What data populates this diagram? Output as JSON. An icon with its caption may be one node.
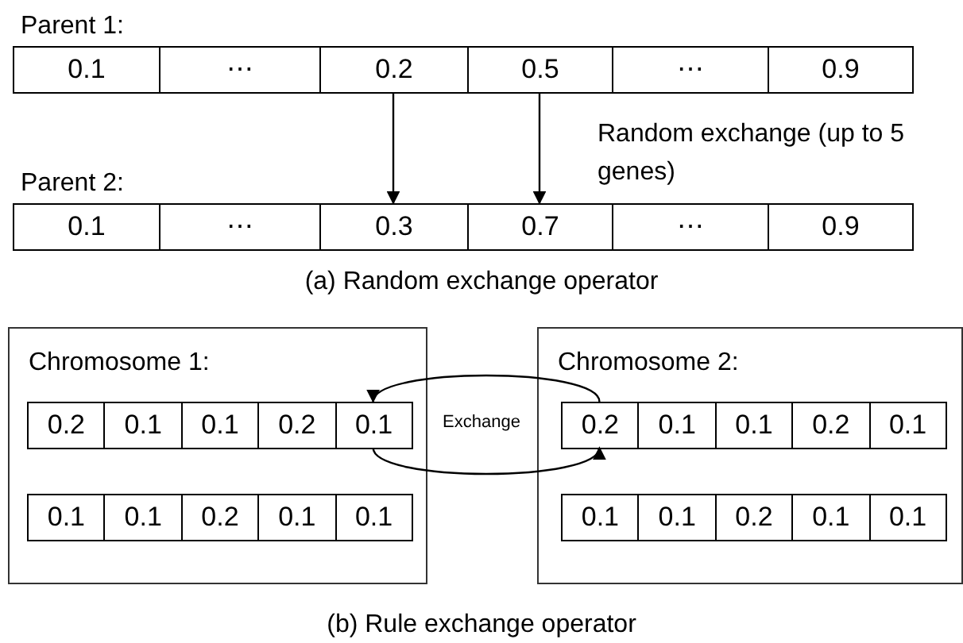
{
  "diagram": {
    "nodes": [
      {
        "text": [
          "0.1"
        ]
      },
      {
        "text": [
          "⋯"
        ]
      },
      {
        "text": [
          "0.2"
        ]
      },
      {
        "text": [
          "0.5"
        ]
      },
      {
        "text": [
          "⋯"
        ]
      },
      {
        "text": [
          "0.9"
        ]
      },
      {
        "text": [
          "0.1"
        ]
      },
      {
        "text": [
          "⋯"
        ]
      },
      {
        "text": [
          "0.3"
        ]
      },
      {
        "text": [
          "0.7"
        ]
      },
      {
        "text": [
          "⋯"
        ]
      },
      {
        "text": [
          "0.9"
        ]
      },
      {
        "text": [
          "Chromosome 1:"
        ]
      },
      {
        "text": [
          "0.2"
        ],
        "in": 12
      },
      {
        "text": [
          "0.1"
        ],
        "in": 12
      },
      {
        "text": [
          "0.1"
        ],
        "in": 12
      },
      {
        "text": [
          "0.2"
        ],
        "in": 12
      },
      {
        "text": [
          "0.1"
        ],
        "in": 12
      },
      {
        "text": [
          "0.1"
        ],
        "in": 12
      },
      {
        "text": [
          "0.1"
        ],
        "in": 12
      },
      {
        "text": [
          "0.2"
        ],
        "in": 12
      },
      {
        "text": [
          "0.1"
        ],
        "in": 12
      },
      {
        "text": [
          "0.1"
        ],
        "in": 12
      },
      {
        "text": [
          "Chromosome 2:"
        ]
      },
      {
        "text": [
          "0.2"
        ],
        "in": 23
      },
      {
        "text": [
          "0.1"
        ],
        "in": 23
      },
      {
        "text": [
          "0.1"
        ],
        "in": 23
      },
      {
        "text": [
          "0.2"
        ],
        "in": 23
      },
      {
        "text": [
          "0.1"
        ],
        "in": 23
      },
      {
        "text": [
          "0.1"
        ],
        "in": 23
      },
      {
        "text": [
          "0.1"
        ],
        "in": 23
      },
      {
        "text": [
          "0.2"
        ],
        "in": 23
      },
      {
        "text": [
          "0.1"
        ],
        "in": 23
      },
      {
        "text": [
          "0.1"
        ],
        "in": 23
      }
    ],
    "edges": [
      {
        "from": 2,
        "to": 8,
        "arrow": "to"
      },
      {
        "from": 3,
        "to": 9,
        "arrow": "to"
      },
      {
        "from": 24,
        "to": 17,
        "arrow": "to"
      },
      {
        "from": 17,
        "to": 24,
        "arrow": "to"
      }
    ],
    "labels": [
      "Parent 1:",
      "Parent 2:",
      "Random exchange (up to 5 genes)",
      "(a) Random exchange operator",
      "Exchange",
      "(b) Rule exchange operator"
    ]
  }
}
